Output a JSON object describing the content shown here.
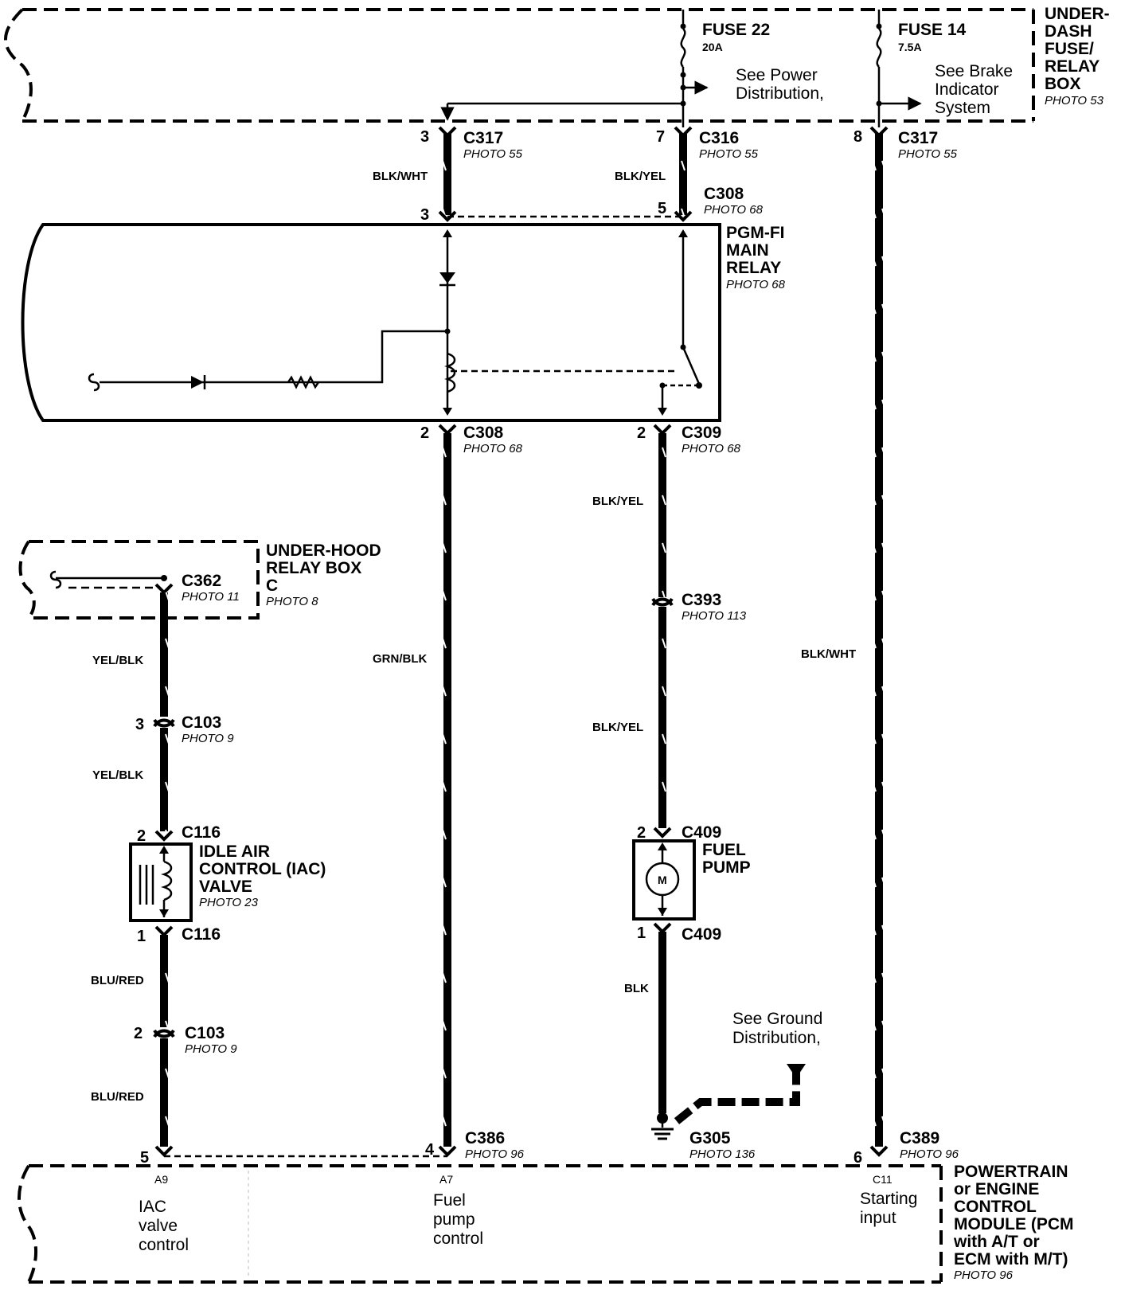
{
  "underdash_box": {
    "title_lines": [
      "UNDER-",
      "DASH",
      "FUSE/",
      "RELAY",
      "BOX"
    ],
    "photo": "PHOTO 53"
  },
  "fuse22": {
    "name": "FUSE 22",
    "rating": "20A",
    "note_lines": [
      "See Power",
      "Distribution,"
    ]
  },
  "fuse14": {
    "name": "FUSE 14",
    "rating": "7.5A",
    "note_lines": [
      "See Brake",
      "Indicator",
      "System"
    ]
  },
  "c317_left": {
    "pin": "3",
    "name": "C317",
    "photo": "PHOTO 55"
  },
  "c316": {
    "pin": "7",
    "name": "C316",
    "photo": "PHOTO 55"
  },
  "c317_right": {
    "pin": "8",
    "name": "C317",
    "photo": "PHOTO 55"
  },
  "c308_top": {
    "pin_left": "3",
    "pin_right": "5",
    "name": "C308",
    "photo": "PHOTO 68"
  },
  "main_relay": {
    "title_lines": [
      "PGM-FI",
      "MAIN",
      "RELAY"
    ],
    "photo": "PHOTO 68"
  },
  "c308_bottom": {
    "pin": "2",
    "name": "C308",
    "photo": "PHOTO 68"
  },
  "c309": {
    "pin": "2",
    "name": "C309",
    "photo": "PHOTO 68"
  },
  "underhood_box": {
    "title_lines": [
      "UNDER-HOOD",
      "RELAY BOX",
      "C"
    ],
    "photo": "PHOTO 8"
  },
  "c362": {
    "name": "C362",
    "photo": "PHOTO 11"
  },
  "c393": {
    "name": "C393",
    "photo": "PHOTO 113"
  },
  "c103_top": {
    "pin": "3",
    "name": "C103",
    "photo": "PHOTO 9"
  },
  "c116_top": {
    "pin": "2",
    "name": "C116"
  },
  "iac_valve": {
    "title_lines": [
      "IDLE AIR",
      "CONTROL (IAC)",
      "VALVE"
    ],
    "photo": "PHOTO 23"
  },
  "c116_bottom": {
    "pin": "1",
    "name": "C116"
  },
  "c103_bottom": {
    "pin": "2",
    "name": "C103",
    "photo": "PHOTO 9"
  },
  "c409_top": {
    "pin": "2",
    "name": "C409"
  },
  "fuel_pump": {
    "title_lines": [
      "FUEL",
      "PUMP"
    ],
    "motor": "M"
  },
  "c409_bottom": {
    "pin": "1",
    "name": "C409"
  },
  "ground_note": {
    "lines": [
      "See Ground",
      "Distribution,"
    ]
  },
  "g305": {
    "name": "G305",
    "photo": "PHOTO 136"
  },
  "c386": {
    "pin_left": "5",
    "pin_right": "4",
    "name": "C386",
    "photo": "PHOTO 96"
  },
  "c389": {
    "pin": "6",
    "name": "C389",
    "photo": "PHOTO 96"
  },
  "wires": {
    "blk_wht_left": "BLK/WHT",
    "blk_yel_top": "BLK/YEL",
    "blk_yel_mid1": "BLK/YEL",
    "blk_yel_mid2": "BLK/YEL",
    "yel_blk_1": "YEL/BLK",
    "yel_blk_2": "YEL/BLK",
    "grn_blk": "GRN/BLK",
    "blk_wht_right": "BLK/WHT",
    "blu_red_1": "BLU/RED",
    "blu_red_2": "BLU/RED",
    "blk": "BLK"
  },
  "pcm": {
    "title_lines": [
      "POWERTRAIN",
      "or ENGINE",
      "CONTROL",
      "MODULE (PCM",
      "with A/T or",
      "ECM with M/T)"
    ],
    "photo": "PHOTO 96",
    "terminals": [
      {
        "id": "A9",
        "desc_lines": [
          "IAC",
          "valve",
          "control"
        ]
      },
      {
        "id": "A7",
        "desc_lines": [
          "Fuel",
          "pump",
          "control"
        ]
      },
      {
        "id": "C11",
        "desc_lines": [
          "Starting",
          "input"
        ]
      }
    ]
  }
}
